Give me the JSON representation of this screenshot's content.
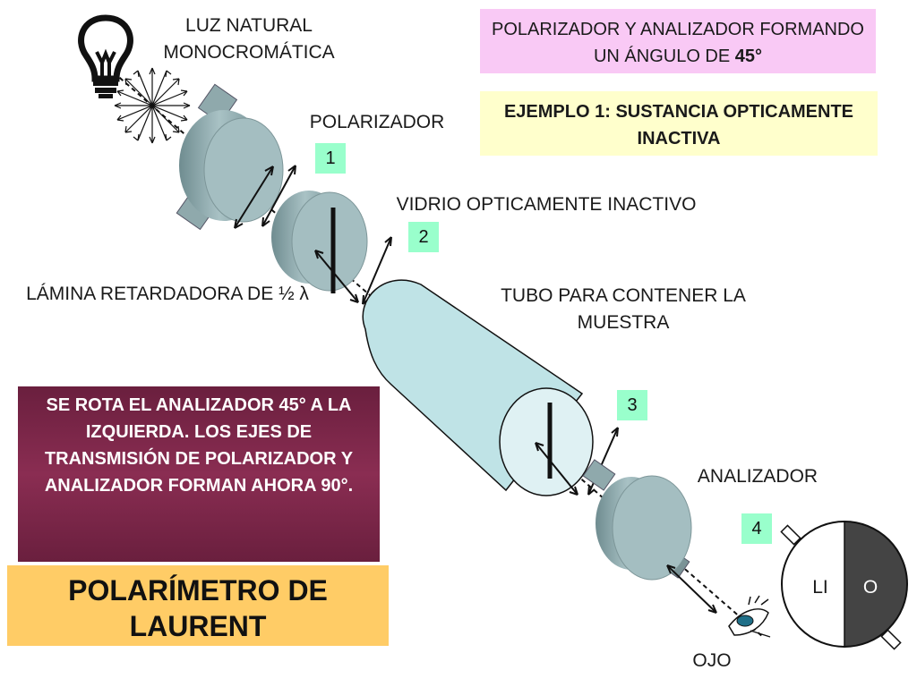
{
  "labels": {
    "light": "LUZ NATURAL MONOCROMÁTICA",
    "polarizer": "POLARIZADOR",
    "glass": "VIDRIO OPTICAMENTE INACTIVO",
    "plate": "LÁMINA RETARDADORA DE ½ λ",
    "tube": "TUBO PARA CONTENER LA MUESTRA",
    "analyzer": "ANALIZADOR",
    "eye": "OJO",
    "field_left": "LI",
    "field_right": "O"
  },
  "boxes": {
    "angle_title_prefix": "POLARIZADOR Y ANALIZADOR FORMANDO UN ÁNGULO DE ",
    "angle_value": "45°",
    "example_prefix": "EJEMPLO 1",
    "example_text": ": SUSTANCIA OPTICAMENTE INACTIVA",
    "rotation_note": "SE ROTA EL ANALIZADOR 45° A LA IZQUIERDA. LOS EJES DE TRANSMISIÓN DE POLARIZADOR Y ANALIZADOR FORMAN AHORA 90°.",
    "main_title": "POLARÍMETRO DE LAURENT"
  },
  "steps": [
    "1",
    "2",
    "3",
    "4"
  ],
  "colors": {
    "component_fill": "#8fa9ac",
    "tube_fill": "#bfe3e6",
    "pink_box": "#f9c9f5",
    "yellow_box": "#ffffcc",
    "maroon_box": "#7a2648",
    "orange_box": "#ffcc66",
    "step_badge": "#99ffcc",
    "field_dark": "#444444"
  },
  "icons": [
    "light-bulb-icon",
    "eye-icon"
  ]
}
